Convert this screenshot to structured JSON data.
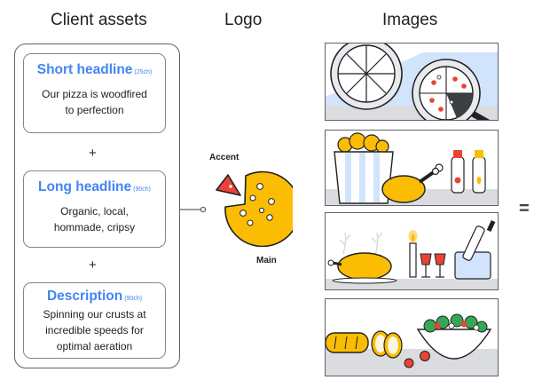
{
  "headers": {
    "client_assets": "Client assets",
    "logo": "Logo",
    "images": "Images"
  },
  "assets": [
    {
      "title": "Short headline",
      "limit": "(25ch)",
      "body": [
        "Our pizza is woodfired",
        "to perfection"
      ]
    },
    {
      "title": "Long headline",
      "limit": "(90ch)",
      "body": [
        "Organic, local,",
        "hommade, cripsy"
      ]
    },
    {
      "title": "Description",
      "limit": "(90ch)",
      "body": [
        "Spinning our crusts at",
        "incredible speeds for",
        "optimal aeration"
      ]
    }
  ],
  "plus_sign": "+",
  "equals_sign": "=",
  "logo": {
    "accent_label": "Accent",
    "main_label": "Main"
  },
  "images": [
    "pizza-pans-icon",
    "fried-chicken-icon",
    "candlelit-dinner-icon",
    "bread-and-salad-icon"
  ],
  "colors": {
    "headline_blue": "#4285f4",
    "accent_red": "#ea4335",
    "main_yellow": "#fbbc04",
    "image_blue": "#d2e3fc",
    "image_grey": "#dadce0"
  }
}
